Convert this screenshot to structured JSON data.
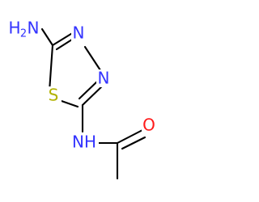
{
  "molecule": {
    "atoms": {
      "amino_group": {
        "element": "N",
        "label": "H",
        "subscript": "2",
        "suffix": "N",
        "color": "#3333ff"
      },
      "ring_n_top": {
        "element": "N",
        "label": "N",
        "color": "#3333ff"
      },
      "ring_n_right": {
        "element": "N",
        "label": "N",
        "color": "#3333ff"
      },
      "ring_sulfur": {
        "element": "S",
        "label": "S",
        "color": "#b2b200"
      },
      "amide_nh": {
        "element": "N",
        "label": "NH",
        "color": "#3333ff"
      },
      "carbonyl_oxygen": {
        "element": "O",
        "label": "O",
        "color": "#ff1a1a"
      }
    },
    "bond_color": "#000000",
    "background": "#ffffff"
  }
}
